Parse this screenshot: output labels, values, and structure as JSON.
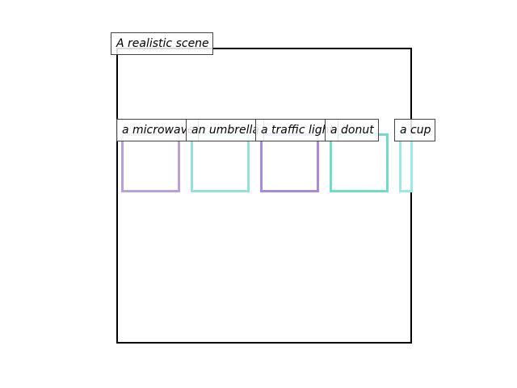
{
  "scene": {
    "title": "A realistic scene"
  },
  "objects": [
    {
      "label": "a microwave",
      "color": "#b9a0d8"
    },
    {
      "label": "an umbrella",
      "color": "#92e0e0"
    },
    {
      "label": "a traffic light",
      "color": "#a989d8"
    },
    {
      "label": "a donut",
      "color": "#6fdcc8"
    },
    {
      "label": "a cup",
      "color": "#9ae8ea"
    }
  ]
}
